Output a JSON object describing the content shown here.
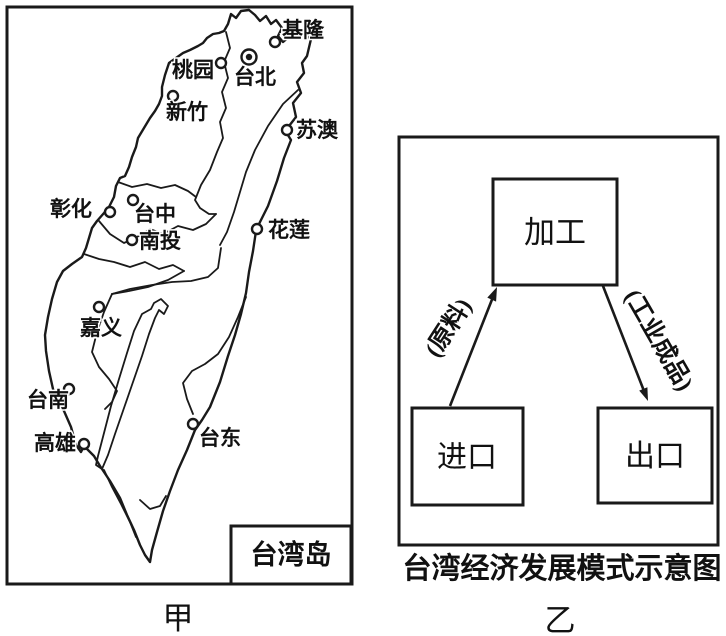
{
  "map": {
    "inset_title": "台湾岛",
    "figure_label": "甲",
    "cities": [
      {
        "id": "jilong",
        "label": "基隆",
        "capital": false
      },
      {
        "id": "taibei",
        "label": "台北",
        "capital": true
      },
      {
        "id": "taoyuan",
        "label": "桃园",
        "capital": false
      },
      {
        "id": "xinzhu",
        "label": "新竹",
        "capital": false
      },
      {
        "id": "suao",
        "label": "苏澳",
        "capital": false
      },
      {
        "id": "zhanghua",
        "label": "彰化",
        "capital": false
      },
      {
        "id": "taizhong",
        "label": "台中",
        "capital": false
      },
      {
        "id": "nantou",
        "label": "南投",
        "capital": false
      },
      {
        "id": "hualian",
        "label": "花莲",
        "capital": false
      },
      {
        "id": "jiayi",
        "label": "嘉义",
        "capital": false
      },
      {
        "id": "tainan",
        "label": "台南",
        "capital": false
      },
      {
        "id": "gaoxiong",
        "label": "高雄",
        "capital": false
      },
      {
        "id": "taidong",
        "label": "台东",
        "capital": false
      }
    ]
  },
  "diagram": {
    "caption": "台湾经济发展模式示意图",
    "figure_label": "乙",
    "nodes": {
      "processing": "加工",
      "import": "进口",
      "export": "出口"
    },
    "arrow_labels": {
      "raw_material": "(原料)",
      "industrial_product": "(工业成品)"
    }
  },
  "colors": {
    "ink": "#1a1a1a",
    "background": "#ffffff"
  }
}
